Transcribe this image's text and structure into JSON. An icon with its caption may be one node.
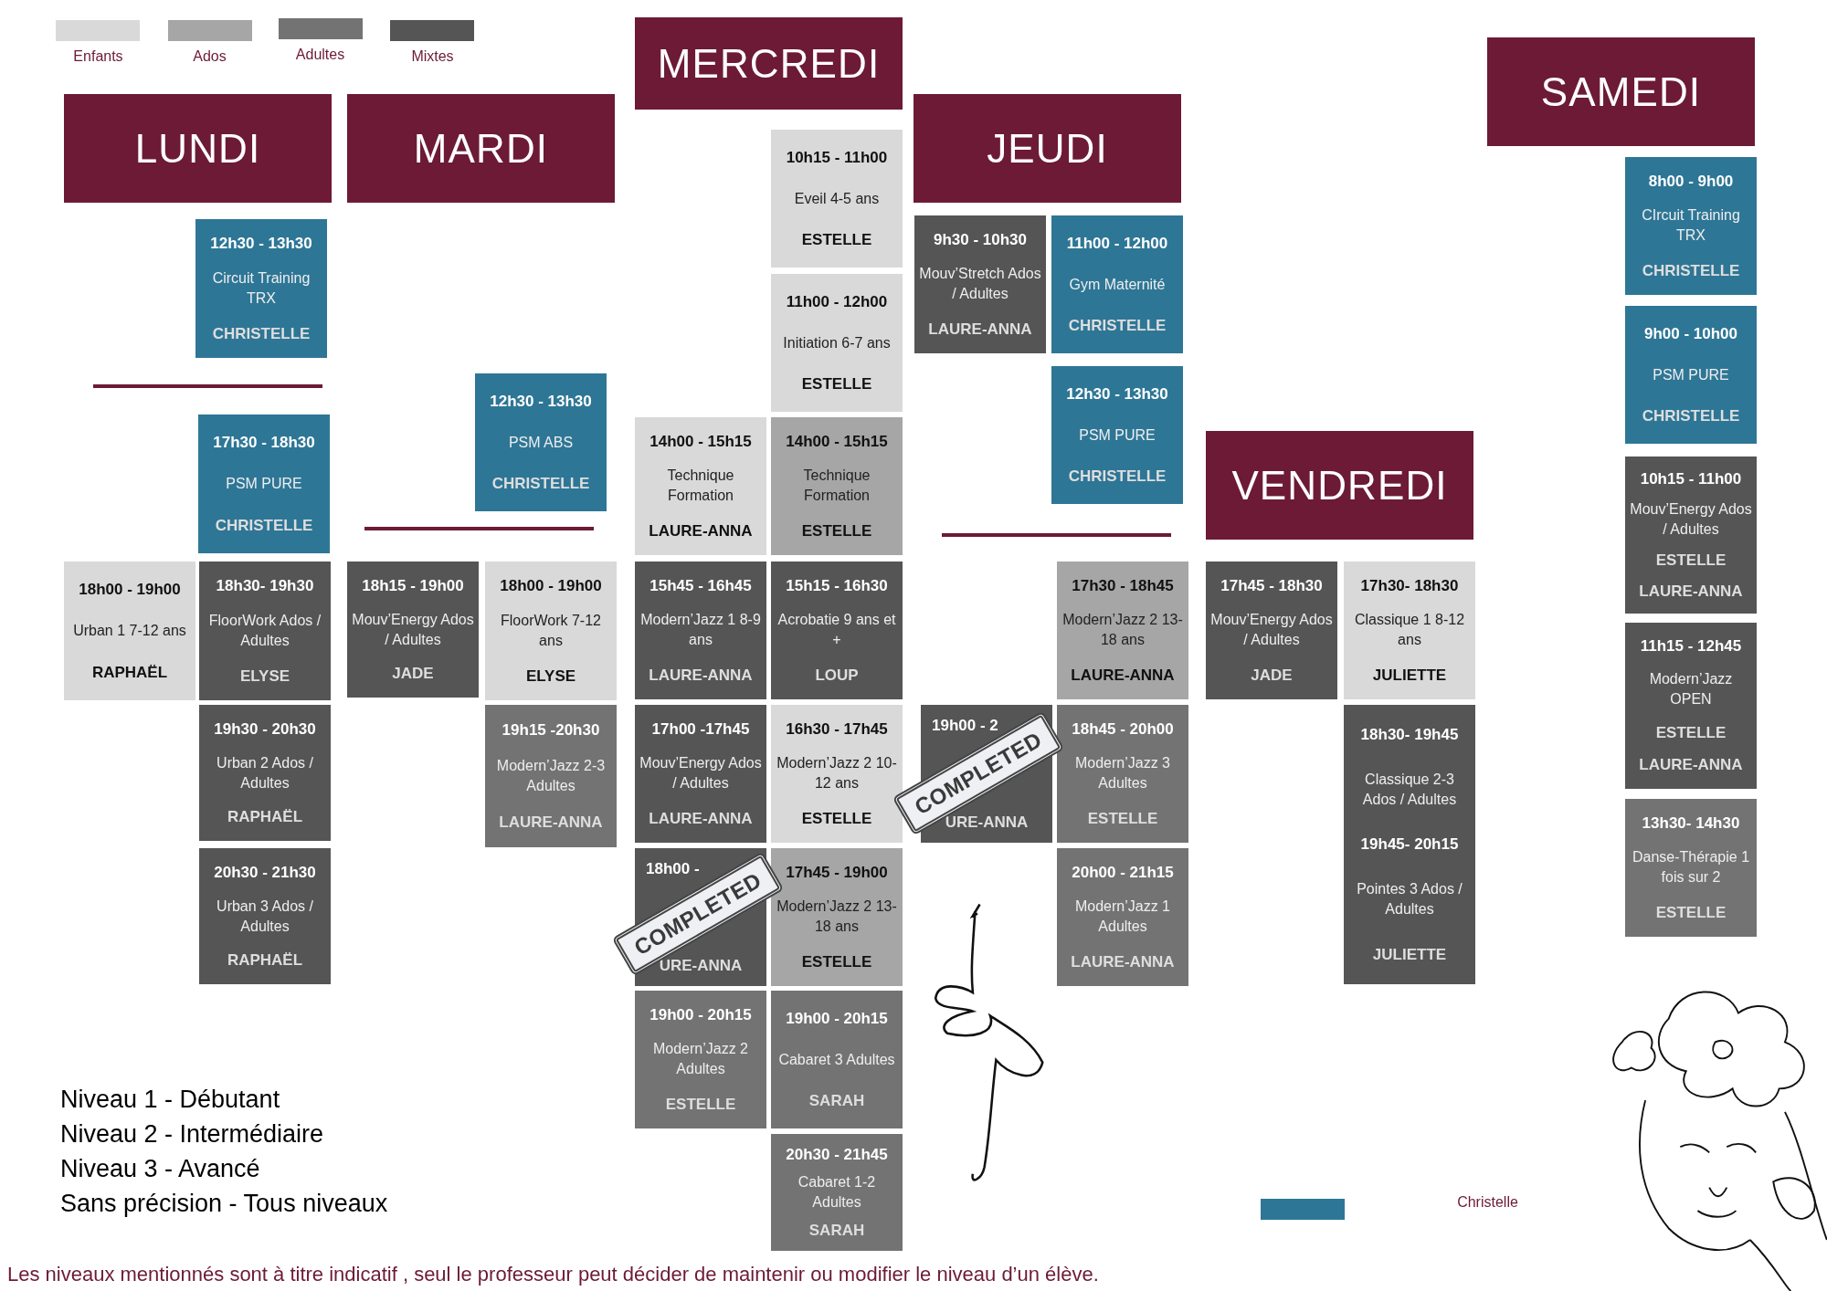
{
  "diagram": {
    "nodes": [
      {
        "text": [
          "LUNDI"
        ]
      },
      {
        "text": [
          "12h30 - 13h30",
          "Circuit Training TRX",
          "CHRISTELLE"
        ]
      },
      {
        "text": [
          "17h30 - 18h30",
          "PSM PURE",
          "CHRISTELLE"
        ]
      },
      {
        "text": [
          "18h00 - 19h00",
          "Urban 1 7-12 ans",
          "RAPHAËL"
        ]
      },
      {
        "text": [
          "18h30- 19h30",
          "FloorWork Ados / Adultes",
          "ELYSE"
        ]
      },
      {
        "text": [
          "19h30 - 20h30",
          "Urban 2 Ados / Adultes",
          "RAPHAËL"
        ]
      },
      {
        "text": [
          "20h30 - 21h30",
          "Urban 3 Ados / Adultes",
          "RAPHAËL"
        ]
      },
      {
        "text": [
          "MARDI"
        ]
      },
      {
        "text": [
          "12h30 - 13h30",
          "PSM ABS",
          "CHRISTELLE"
        ]
      },
      {
        "text": [
          "18h15 - 19h00",
          "Mouv’Energy Ados / Adultes",
          "JADE"
        ]
      },
      {
        "text": [
          "18h00 - 19h00",
          "FloorWork 7-12 ans",
          "ELYSE"
        ]
      },
      {
        "text": [
          "19h15 -20h30",
          "Modern’Jazz 2-3 Adultes",
          "LAURE-ANNA"
        ]
      },
      {
        "text": [
          "MERCREDI"
        ]
      },
      {
        "text": [
          "10h15 - 11h00",
          "Eveil 4-5 ans",
          "ESTELLE"
        ]
      },
      {
        "text": [
          "11h00 - 12h00",
          "Initiation 6-7 ans",
          "ESTELLE"
        ]
      },
      {
        "text": [
          "14h00 - 15h15",
          "Technique Formation",
          "LAURE-ANNA"
        ]
      },
      {
        "text": [
          "14h00 - 15h15",
          "Technique Formation",
          "ESTELLE"
        ]
      },
      {
        "text": [
          "15h45 - 16h45",
          "Modern’Jazz 1 8-9 ans",
          "LAURE-ANNA"
        ]
      },
      {
        "text": [
          "15h15 - 16h30",
          "Acrobatie 9 ans et +",
          "LOUP"
        ]
      },
      {
        "text": [
          "17h00 -17h45",
          "Mouv’Energy Ados / Adultes",
          "LAURE-ANNA"
        ]
      },
      {
        "text": [
          "16h30 - 17h45",
          "Modern’Jazz 2 10-12 ans",
          "ESTELLE"
        ]
      },
      {
        "text": [
          "18h00 -",
          "URE-ANNA"
        ]
      },
      {
        "text": [
          "17h45 - 19h00",
          "Modern’Jazz 2 13-18 ans",
          "ESTELLE"
        ]
      },
      {
        "text": [
          "19h00 - 20h15",
          "Modern’Jazz 2 Adultes",
          "ESTELLE"
        ]
      },
      {
        "text": [
          "19h00 - 20h15",
          "Cabaret 3 Adultes",
          "SARAH"
        ]
      },
      {
        "text": [
          "20h30 - 21h45",
          "Cabaret 1-2 Adultes",
          "SARAH"
        ]
      },
      {
        "text": [
          "JEUDI"
        ]
      },
      {
        "text": [
          "9h30 - 10h30",
          "Mouv’Stretch Ados / Adultes",
          "LAURE-ANNA"
        ]
      },
      {
        "text": [
          "11h00 - 12h00",
          "Gym Maternité",
          "CHRISTELLE"
        ]
      },
      {
        "text": [
          "12h30 - 13h30",
          "PSM PURE",
          "CHRISTELLE"
        ]
      },
      {
        "text": [
          "17h30 - 18h45",
          "Modern’Jazz 2 13-18 ans",
          "LAURE-ANNA"
        ]
      },
      {
        "text": [
          "19h00 - 2",
          "URE-ANNA"
        ]
      },
      {
        "text": [
          "18h45 - 20h00",
          "Modern’Jazz 3 Adultes",
          "ESTELLE"
        ]
      },
      {
        "text": [
          "20h00 - 21h15",
          "Modern’Jazz 1 Adultes",
          "LAURE-ANNA"
        ]
      },
      {
        "text": [
          "VENDREDI"
        ]
      },
      {
        "text": [
          "17h45 - 18h30",
          "Mouv’Energy Ados / Adultes",
          "JADE"
        ]
      },
      {
        "text": [
          "17h30- 18h30",
          "Classique 1 8-12 ans",
          "JULIETTE"
        ]
      },
      {
        "text": [
          "18h30- 19h45",
          "Classique 2-3 Ados / Adultes",
          "19h45- 20h15",
          "Pointes 3 Ados / Adultes",
          "JULIETTE"
        ]
      },
      {
        "text": [
          "SAMEDI"
        ]
      },
      {
        "text": [
          "8h00 - 9h00",
          "CIrcuit Training TRX",
          "CHRISTELLE"
        ]
      },
      {
        "text": [
          "9h00 - 10h00",
          "PSM PURE",
          "CHRISTELLE"
        ]
      },
      {
        "text": [
          "10h15 - 11h00",
          "Mouv’Energy Ados / Adultes",
          "ESTELLE",
          "LAURE-ANNA"
        ]
      },
      {
        "text": [
          "11h15 - 12h45",
          "Modern’Jazz OPEN",
          "ESTELLE",
          "LAURE-ANNA"
        ]
      },
      {
        "text": [
          "13h30- 14h30",
          "Danse-Thérapie 1 fois sur 2",
          "ESTELLE"
        ]
      }
    ],
    "labels": [
      "Niveau 1 - Débutant",
      "Niveau 2 - Intermédiaire",
      "Niveau 3 - Avancé",
      "Sans précision - Tous niveaux",
      "Les niveaux mentionnés sont à titre indicatif , seul le professeur peut décider de maintenir ou modifier le niveau d’un élève.",
      "COMPLETED",
      "COMPLETED"
    ],
    "legend": [
      {
        "text": "Enfants",
        "color": "#d9d9d9"
      },
      {
        "text": "Ados",
        "color": "#a6a6a6"
      },
      {
        "text": "Adultes",
        "color": "#737373"
      },
      {
        "text": "Mixtes",
        "color": "#555555"
      },
      {
        "text": "Christelle",
        "color": "#2e7696"
      }
    ]
  }
}
